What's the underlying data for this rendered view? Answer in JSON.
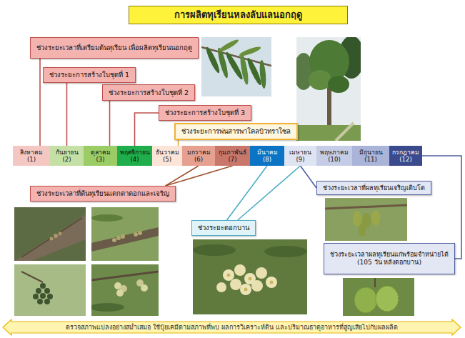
{
  "diagram": {
    "title": "การผลิตทุเรียนหลงลับแลนอกฤดู",
    "nodes": [
      {
        "text": [
          "ช่วงระยะเวลาที่เตรียมต้นทุเรียน เพื่อผลิตทุเรียนนอกฤดู"
        ]
      },
      {
        "text": [
          "ช่วงระยะการสร้างใบชุดที่ 1"
        ]
      },
      {
        "text": [
          "ช่วงระยะการสร้างใบชุดที่ 2"
        ]
      },
      {
        "text": [
          "ช่วงระยะการสร้างใบชุดที่ 3"
        ]
      },
      {
        "text": [
          "ช่วงระยะการพ่นสารพาโคลบิวทราโซล"
        ]
      },
      {
        "text": [
          "สิงหาคม",
          "(1)"
        ]
      },
      {
        "text": [
          "กันยายน",
          "(2)"
        ]
      },
      {
        "text": [
          "ตุลาคม",
          "(3)"
        ]
      },
      {
        "text": [
          "พฤศจิกายน",
          "(4)"
        ]
      },
      {
        "text": [
          "ธันวาคม",
          "(5)"
        ]
      },
      {
        "text": [
          "มกราคม",
          "(6)"
        ]
      },
      {
        "text": [
          "กุมภาพันธ์",
          "(7)"
        ]
      },
      {
        "text": [
          "มีนาคม",
          "(8)"
        ]
      },
      {
        "text": [
          "เมษายน",
          "(9)"
        ]
      },
      {
        "text": [
          "พฤษภาคม",
          "(10)"
        ]
      },
      {
        "text": [
          "มิถุนายน",
          "(11)"
        ]
      },
      {
        "text": [
          "กรกฎาคม",
          "(12)"
        ]
      },
      {
        "text": [
          "ช่วงระยะเวลาที่ต้นทุเรียนแตกตาดอกและเจริญ"
        ]
      },
      {
        "text": [
          "ช่วงระยะดอกบาน"
        ]
      },
      {
        "text": [
          "ช่วงระยะเวลาที่ผลทุเรียนเจริญเติบโต"
        ]
      },
      {
        "text": [
          "ช่วงระยะเวลาผลทุเรียนแก่พร้อมจำหน่ายได้",
          "(105 วัน หลังดอกบาน)"
        ]
      },
      {
        "text": [
          "ตรวจสภาพแปลงอย่างสม่ำเสมอ ใช้ปุ๋ยเคมีตามสภาพที่พบ ผลการวิเคราะห์ดิน และปริมาณธาตุอาหารที่สูญเสียไปกับผลผลิต"
        ]
      }
    ],
    "edges": [
      {
        "from": 0,
        "to": 5,
        "arrow": "none"
      },
      {
        "from": 1,
        "to": 6,
        "arrow": "none"
      },
      {
        "from": 2,
        "to": 7,
        "arrow": "none"
      },
      {
        "from": 3,
        "to": 8,
        "arrow": "none"
      },
      {
        "from": 4,
        "to": 9,
        "arrow": "none"
      },
      {
        "from": 10,
        "to": 17,
        "arrow": "none"
      },
      {
        "from": 11,
        "to": 17,
        "arrow": "none"
      },
      {
        "from": 12,
        "to": 18,
        "arrow": "none"
      },
      {
        "from": 13,
        "to": 18,
        "arrow": "none"
      },
      {
        "from": 13,
        "to": 19,
        "arrow": "none"
      },
      {
        "from": 16,
        "to": 20,
        "arrow": "none"
      }
    ]
  }
}
